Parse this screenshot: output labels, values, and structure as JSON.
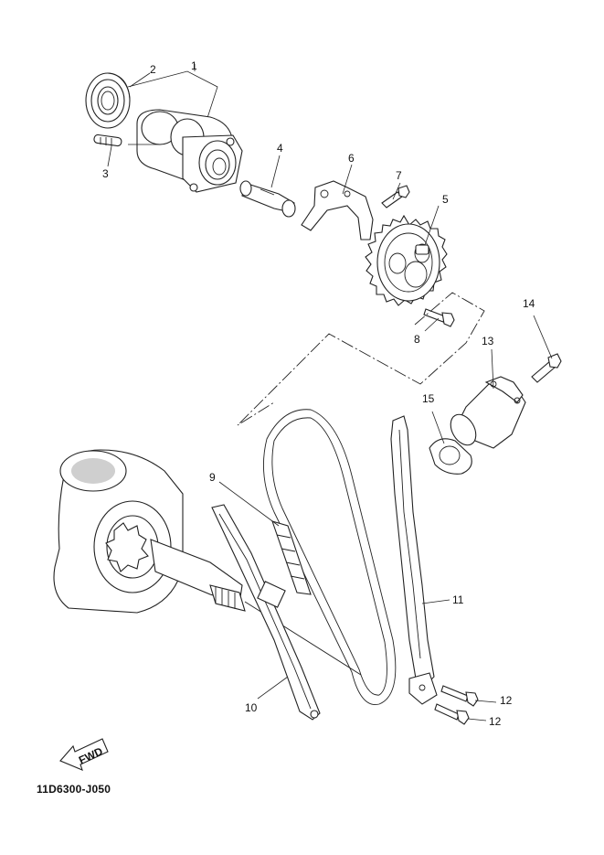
{
  "callouts": {
    "c1": "1",
    "c2": "2",
    "c3": "3",
    "c4": "4",
    "c5": "5",
    "c6": "6",
    "c7": "7",
    "c8": "8",
    "c9": "9",
    "c10": "10",
    "c11": "11",
    "c12a": "12",
    "c12b": "12",
    "c13": "13",
    "c14": "14",
    "c15": "15"
  },
  "fwd_label": "FWD",
  "diagram_code": "11D6300-J050"
}
